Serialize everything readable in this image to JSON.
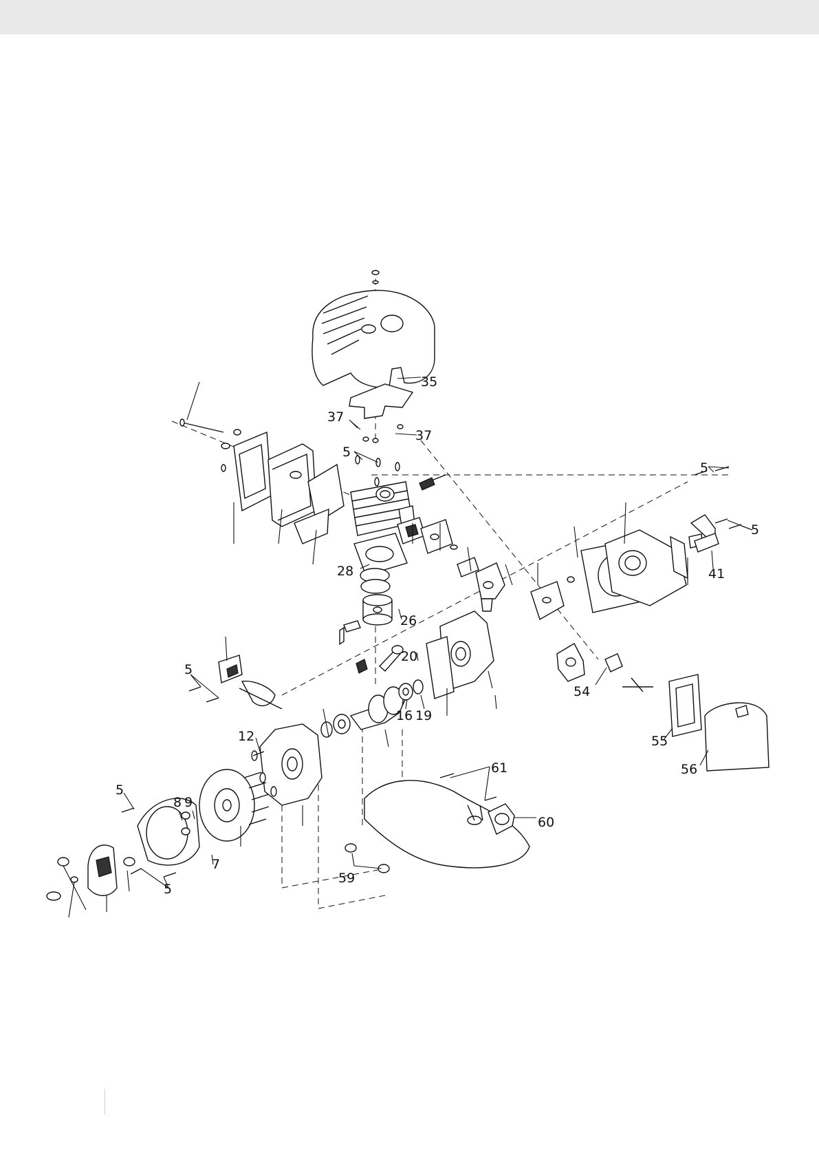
{
  "diagram": {
    "labels": {
      "p35": "35",
      "p37a": "37",
      "p37b": "37",
      "p5a": "5",
      "p5b": "5",
      "p5c": "5",
      "p5d": "5",
      "p5e": "5",
      "p5f": "5",
      "p41": "41",
      "p28": "28",
      "p26": "26",
      "p20": "20",
      "p16": "16",
      "p19": "19",
      "p54": "54",
      "p55": "55",
      "p56": "56",
      "p12": "12",
      "p8": "8",
      "p9": "9",
      "p7": "7",
      "p61": "61",
      "p60": "60",
      "p59": "59"
    }
  }
}
